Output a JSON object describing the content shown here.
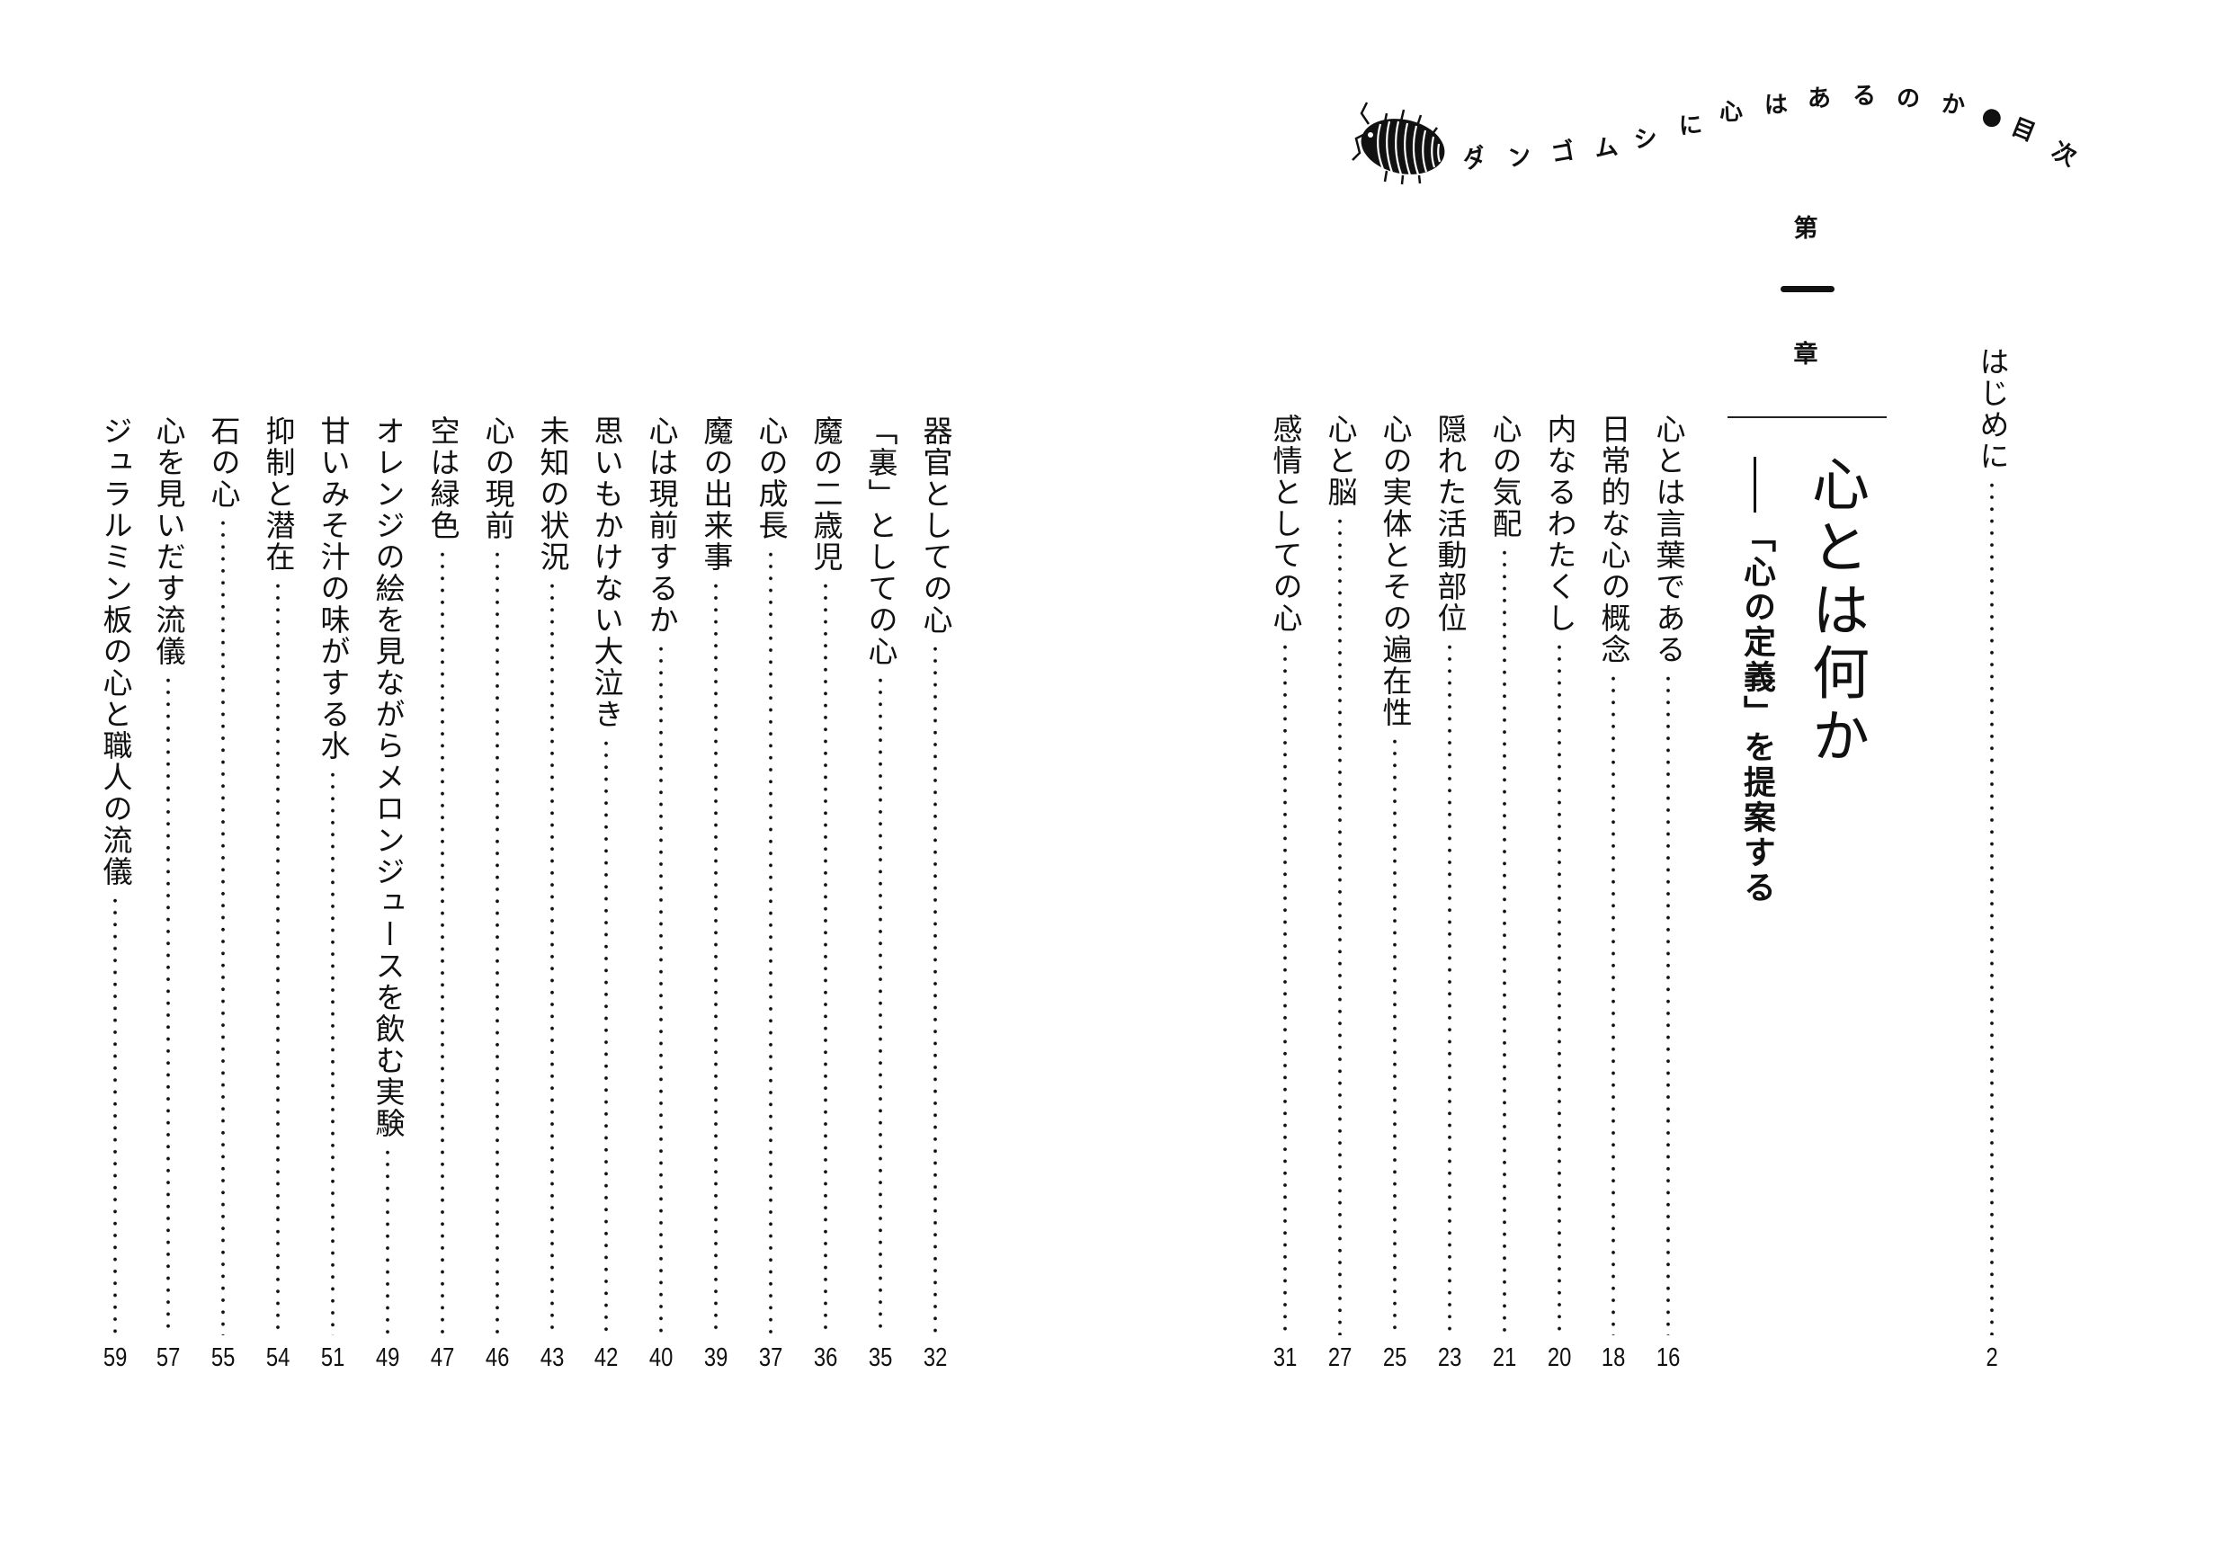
{
  "header": {
    "book_title_chars": [
      "ダ",
      "ン",
      "ゴ",
      "ム",
      "シ",
      "に",
      "心",
      "は",
      "あ",
      "る",
      "の",
      "か",
      "●",
      "目",
      "次"
    ],
    "book_title": "ダンゴムシに心はあるのか●目次",
    "icon": "pill-bug-illustration"
  },
  "chapter": {
    "number_chars": [
      "第",
      "一",
      "章"
    ],
    "title": "心とは何か",
    "subtitle": "「心の定義」を提案する"
  },
  "intro": {
    "label": "はじめに",
    "page": "2"
  },
  "right_entries": [
    {
      "label": "心とは言葉である",
      "page": "16"
    },
    {
      "label": "日常的な心の概念",
      "page": "18"
    },
    {
      "label": "内なるわたくし",
      "page": "20"
    },
    {
      "label": "心の気配",
      "page": "21"
    },
    {
      "label": "隠れた活動部位",
      "page": "23"
    },
    {
      "label": "心の実体とその遍在性",
      "page": "25"
    },
    {
      "label": "心と脳",
      "page": "27"
    },
    {
      "label": "感情としての心",
      "page": "31"
    }
  ],
  "left_entries": [
    {
      "label": "器官としての心",
      "page": "32"
    },
    {
      "label": "「裏」としての心",
      "page": "35"
    },
    {
      "label": "魔の二歳児",
      "page": "36"
    },
    {
      "label": "心の成長",
      "page": "37"
    },
    {
      "label": "魔の出来事",
      "page": "39"
    },
    {
      "label": "心は現前するか",
      "page": "40"
    },
    {
      "label": "思いもかけない大泣き",
      "page": "42"
    },
    {
      "label": "未知の状況",
      "page": "43"
    },
    {
      "label": "心の現前",
      "page": "46"
    },
    {
      "label": "空は緑色",
      "page": "47"
    },
    {
      "label": "オレンジの絵を見ながらメロンジュースを飲む実験",
      "page": "49"
    },
    {
      "label": "甘いみそ汁の味がする水",
      "page": "51"
    },
    {
      "label": "抑制と潜在",
      "page": "54"
    },
    {
      "label": "石の心",
      "page": "55"
    },
    {
      "label": "心を見いだす流儀",
      "page": "57"
    },
    {
      "label": "ジュラルミン板の心と職人の流儀",
      "page": "59"
    }
  ]
}
